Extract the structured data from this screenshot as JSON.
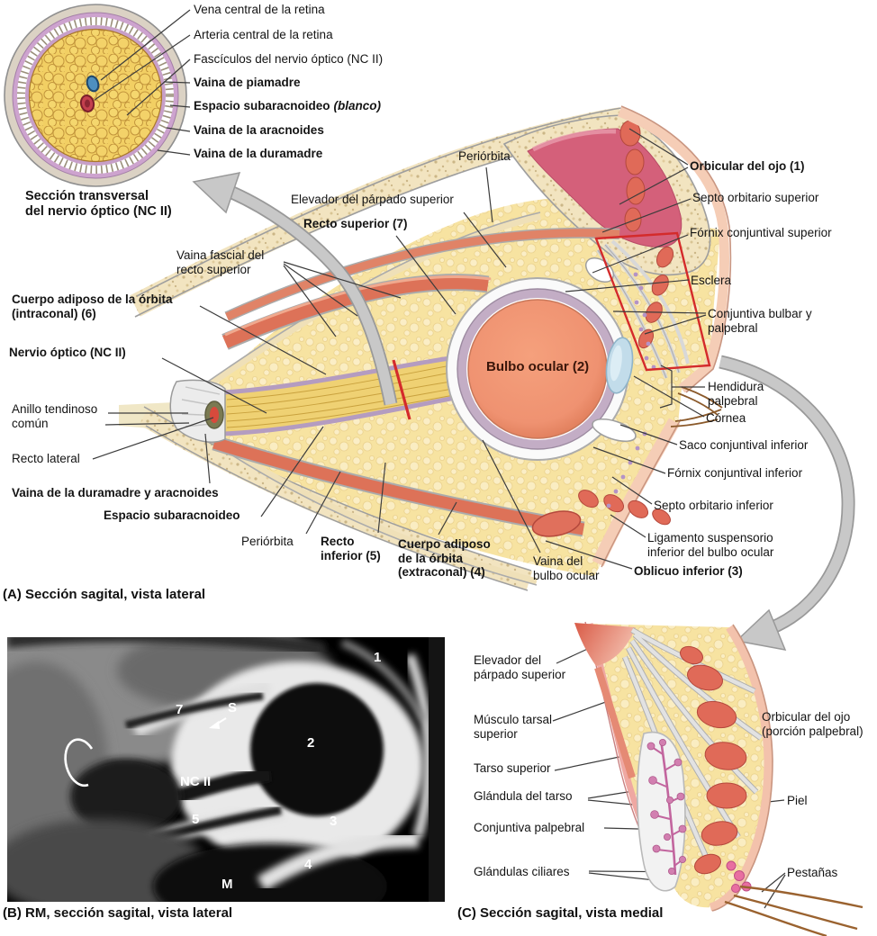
{
  "colors": {
    "fat": "#F8E5A6",
    "bone": "#F2E4C0",
    "muscle_red": "#DF7E62",
    "nerve_yellow": "#EFD173",
    "sheath_purple": "#B9A0BE",
    "eyeball_fill": "#EF9271",
    "cornea_blue": "#C2DCEA",
    "sinus_pink": "#D4607A",
    "marker_red": "#D42B2B",
    "arrow_gray": "#C6C6C6",
    "mri_background": "#000000"
  },
  "inset": {
    "caption": "Sección transversal\ndel nervio óptico (NC II)",
    "labels": [
      {
        "text": "Vena central de la retina"
      },
      {
        "text": "Arteria central de la retina"
      },
      {
        "text": "Fascículos del nervio óptico (NC II)"
      },
      {
        "text": "Vaina de piamadre"
      },
      {
        "text": "Espacio subaracnoideo",
        "suffix": "(blanco)"
      },
      {
        "text": "Vaina de la aracnoides"
      },
      {
        "text": "Vaina de la duramadre"
      }
    ]
  },
  "panelA": {
    "caption": "(A) Sección sagital, vista lateral",
    "eyeball_label": "Bulbo ocular (2)",
    "labels": [
      {
        "text": "Periórbita"
      },
      {
        "text": "Elevador del párpado superior"
      },
      {
        "text": "Recto superior (7)"
      },
      {
        "text": "Vaina fascial del recto superior"
      },
      {
        "text": "Cuerpo adiposo de la órbita (intraconal) (6)"
      },
      {
        "text": "Nervio óptico (NC II)"
      },
      {
        "text": "Anillo tendinoso común"
      },
      {
        "text": "Recto lateral"
      },
      {
        "text": "Vaina de la duramadre y aracnoides"
      },
      {
        "text": "Espacio subaracnoideo"
      },
      {
        "text": "Periórbita"
      },
      {
        "text": "Recto inferior (5)"
      },
      {
        "text": "Cuerpo adiposo de la órbita (extraconal) (4)"
      },
      {
        "text": "Vaina del bulbo ocular"
      },
      {
        "text": "Oblicuo inferior (3)"
      },
      {
        "text": "Orbicular del ojo (1)"
      },
      {
        "text": "Septo orbitario superior"
      },
      {
        "text": "Fórnix conjuntival superior"
      },
      {
        "text": "Esclera"
      },
      {
        "text": "Conjuntiva bulbar y palpebral"
      },
      {
        "text": "Hendidura palpebral"
      },
      {
        "text": "Córnea"
      },
      {
        "text": "Saco conjuntival inferior"
      },
      {
        "text": "Fórnix conjuntival inferior"
      },
      {
        "text": "Septo orbitario inferior"
      },
      {
        "text": "Ligamento suspensorio inferior del bulbo ocular"
      }
    ]
  },
  "panelB": {
    "caption": "(B) RM, sección sagital, vista lateral",
    "markers": [
      "1",
      "7",
      "S",
      "2",
      "NC II",
      "5",
      "3",
      "4",
      "M"
    ]
  },
  "panelC": {
    "caption": "(C) Sección sagital, vista medial",
    "labels": [
      {
        "text": "Elevador del párpado superior"
      },
      {
        "text": "Músculo tarsal superior"
      },
      {
        "text": "Tarso superior"
      },
      {
        "text": "Glándula del tarso"
      },
      {
        "text": "Conjuntiva palpebral"
      },
      {
        "text": "Glándulas ciliares"
      },
      {
        "text": "Orbicular del ojo (porción palpebral)"
      },
      {
        "text": "Piel"
      },
      {
        "text": "Pestañas"
      }
    ]
  }
}
